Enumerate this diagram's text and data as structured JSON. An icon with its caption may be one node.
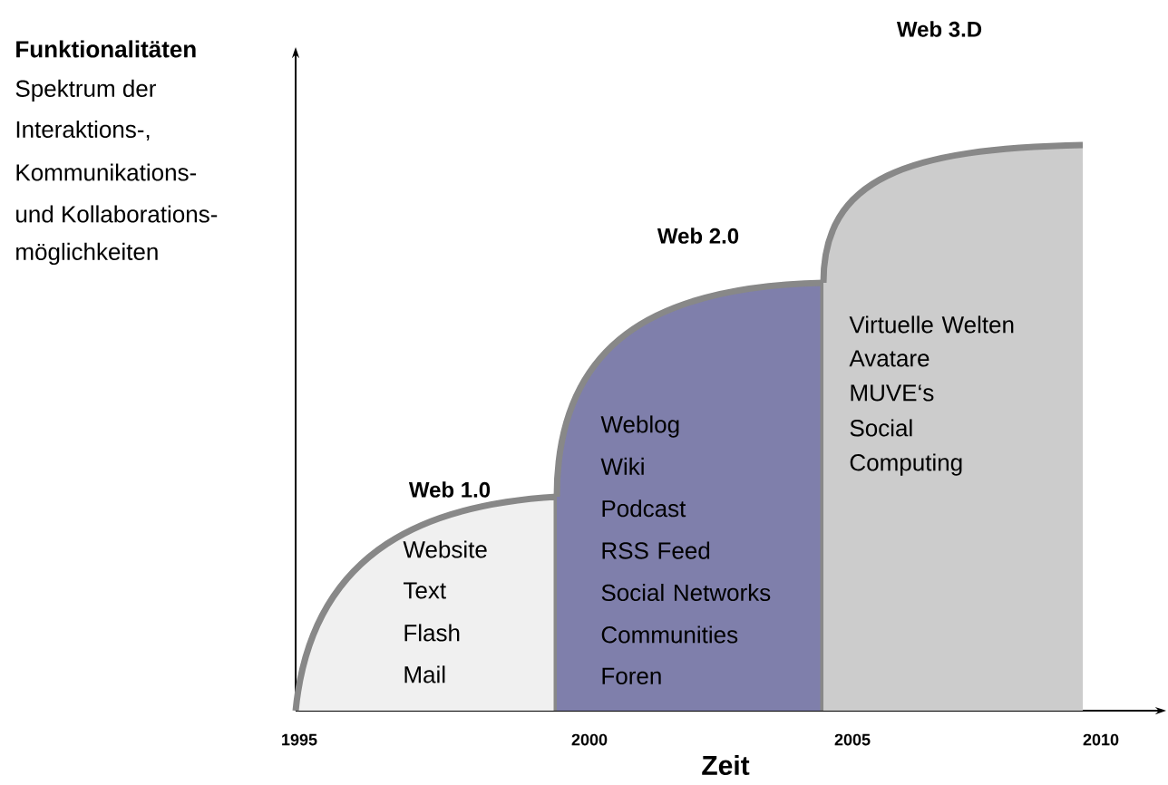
{
  "diagram": {
    "nodes": [
      {
        "text": [
          "Web 1.0",
          "Website",
          "Text",
          "Flash",
          "Mail"
        ]
      },
      {
        "text": [
          "Web 2.0",
          "Weblog",
          "Wiki",
          "Podcast",
          "RSS Feed",
          "Social Networks",
          "Communities",
          "Foren"
        ]
      },
      {
        "text": [
          "Web 3.D",
          "Virtuelle Welten",
          "Avatare",
          "MUVE‘s",
          "Social",
          "Computing"
        ]
      }
    ],
    "labels": [
      "Funktionalitäten",
      "Spektrum der",
      "Interaktions-,",
      "Kommunikations-",
      "und Kollaborations-",
      "möglichkeiten",
      "1995",
      "2000",
      "2005",
      "2010",
      "Zeit"
    ]
  }
}
